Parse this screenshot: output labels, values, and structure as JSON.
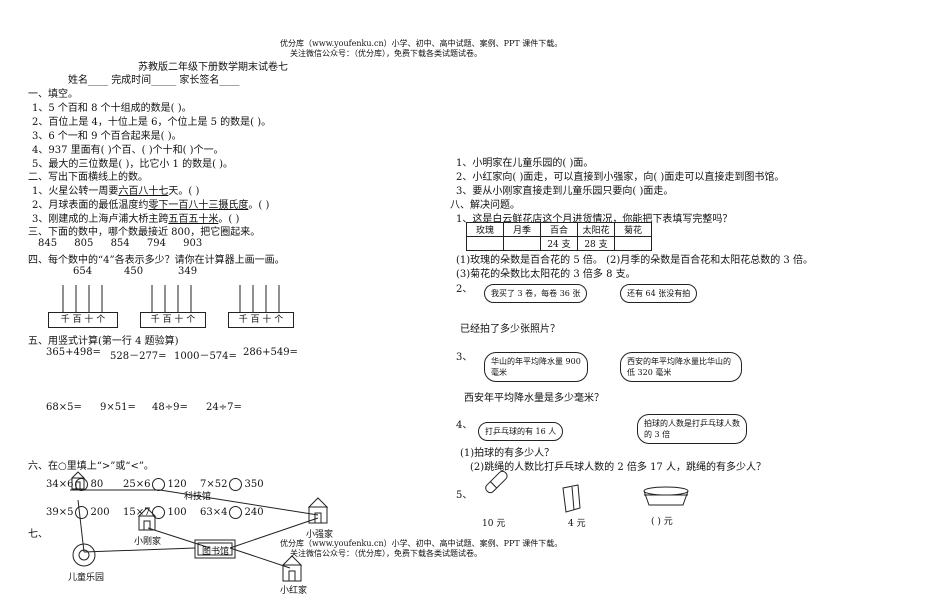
{
  "header": {
    "line1": "优分库（www.youfenku.cn）小学、初中、高中试题、案例、PPT 课件下载。",
    "line2": "关注微信公众号：（优分库），免费下载各类试题试卷。"
  },
  "title": "苏教版二年级下册数学期末试卷七",
  "info": {
    "name": "姓名",
    "time": "完成时间",
    "sign": "家长签名"
  },
  "s1": {
    "heading": "一、填空。",
    "q1": "1、5 个百和 8 个十组成的数是(     )。",
    "q2": "2、百位上是 4，十位上是 6，个位上是 5 的数是(     )。",
    "q3": "3、6 个一和 9 个百合起来是(     )。",
    "q4": "4、937 里面有(     )个百、(     )个十和(     )个一。",
    "q5": "5、最大的三位数是(     )，比它小 1 的数是(     )。"
  },
  "s2": {
    "heading": "二、写出下面横线上的数。",
    "q1_pre": "1、火星公转一周要",
    "q1_u": "六百八十七",
    "q1_post": "天。(     )",
    "q2_pre": "2、月球表面的最低温度约",
    "q2_u": "零下一百八十三摄氏度",
    "q2_post": "。(     )",
    "q3_pre": "3、刚建成的上海卢浦大桥主跨",
    "q3_u": "五百五十米",
    "q3_post": "。(     )"
  },
  "s3": {
    "heading": "三、下面的数中，哪个数最接近 800，把它圈起来。",
    "numbers": [
      "845",
      "805",
      "854",
      "794",
      "903"
    ]
  },
  "s4": {
    "heading": "四、每个数中的“4”各表示多少？请你在计算器上画一画。",
    "numbers": [
      "654",
      "450",
      "349"
    ],
    "abacus_label": "千 百 十 个"
  },
  "s5": {
    "heading": "五、用竖式计算(第一行 4 题验算)",
    "row1": [
      "365+498=",
      "528－277=",
      "1000－574=",
      "286+549="
    ],
    "row2": [
      "68×5=",
      "9×51=",
      "48÷9=",
      "24÷7="
    ]
  },
  "s6": {
    "heading": "六、在○里填上“>”或“<”。",
    "items": [
      {
        "l": "34×6",
        "r": "80"
      },
      {
        "l": "25×6",
        "r": "120"
      },
      {
        "l": "7×52",
        "r": "350"
      },
      {
        "l": "39×5",
        "r": "200"
      },
      {
        "l": "15×7",
        "r": "100"
      },
      {
        "l": "63×4",
        "r": "240"
      }
    ]
  },
  "s7": {
    "heading": "七、",
    "places": {
      "tech": "科技馆",
      "xiaogang": "小刚家",
      "xiaoqiang": "小强家",
      "library": "图书馆",
      "park": "儿童乐园",
      "xiaohong": "小红家"
    }
  },
  "right": {
    "dir1": "1、小明家在儿童乐园的(     )面。",
    "dir2": "2、小红家向(     )面走，可以直接到小强家，向(     )面走可以直接走到图书馆。",
    "dir3": "3、要从小刚家直接走到儿童乐园只要向(     )面走。"
  },
  "s8": {
    "heading": "八、解决问题。",
    "q1": "1、这是白云鲜花店这个月进货情况，你能把下表填写完整吗？",
    "table": {
      "head": [
        "玫瑰",
        "月季",
        "百合",
        "太阳花",
        "菊花"
      ],
      "row": [
        "",
        "",
        "24 支",
        "28 支",
        ""
      ]
    },
    "q1a": "(1)玫瑰的朵数是百合花的 5 倍。  (2)月季的朵数是百合花和太阳花总数的 3 倍。",
    "q1b": "(3)菊花的朵数比太阳花的 3 倍多 8 支。",
    "q2_num": "2、",
    "q2_b1": "我买了 3 卷，每卷 36 张",
    "q2_b2": "还有 64 张没有拍",
    "q2_q": "已经拍了多少张照片？",
    "q3_num": "3、",
    "q3_b1": "华山的年平均降水量 900 毫米",
    "q3_b2": "西安的年平均降水量比华山的低 320 毫米",
    "q3_q": "西安年平均降水量是多少毫米？",
    "q4_num": "4、",
    "q4_b1": "打乒乓球的有 16 人",
    "q4_b2": "拍球的人数是打乒乓球人数的 3 倍",
    "q4_a": "(1)拍球的有多少人？",
    "q4_b": "(2)跳绳的人数比打乒乓球人数的 2 倍多 17 人，跳绳的有多少人？",
    "q5_num": "5、",
    "prices": [
      "10 元",
      "4 元",
      "(     ) 元"
    ]
  }
}
